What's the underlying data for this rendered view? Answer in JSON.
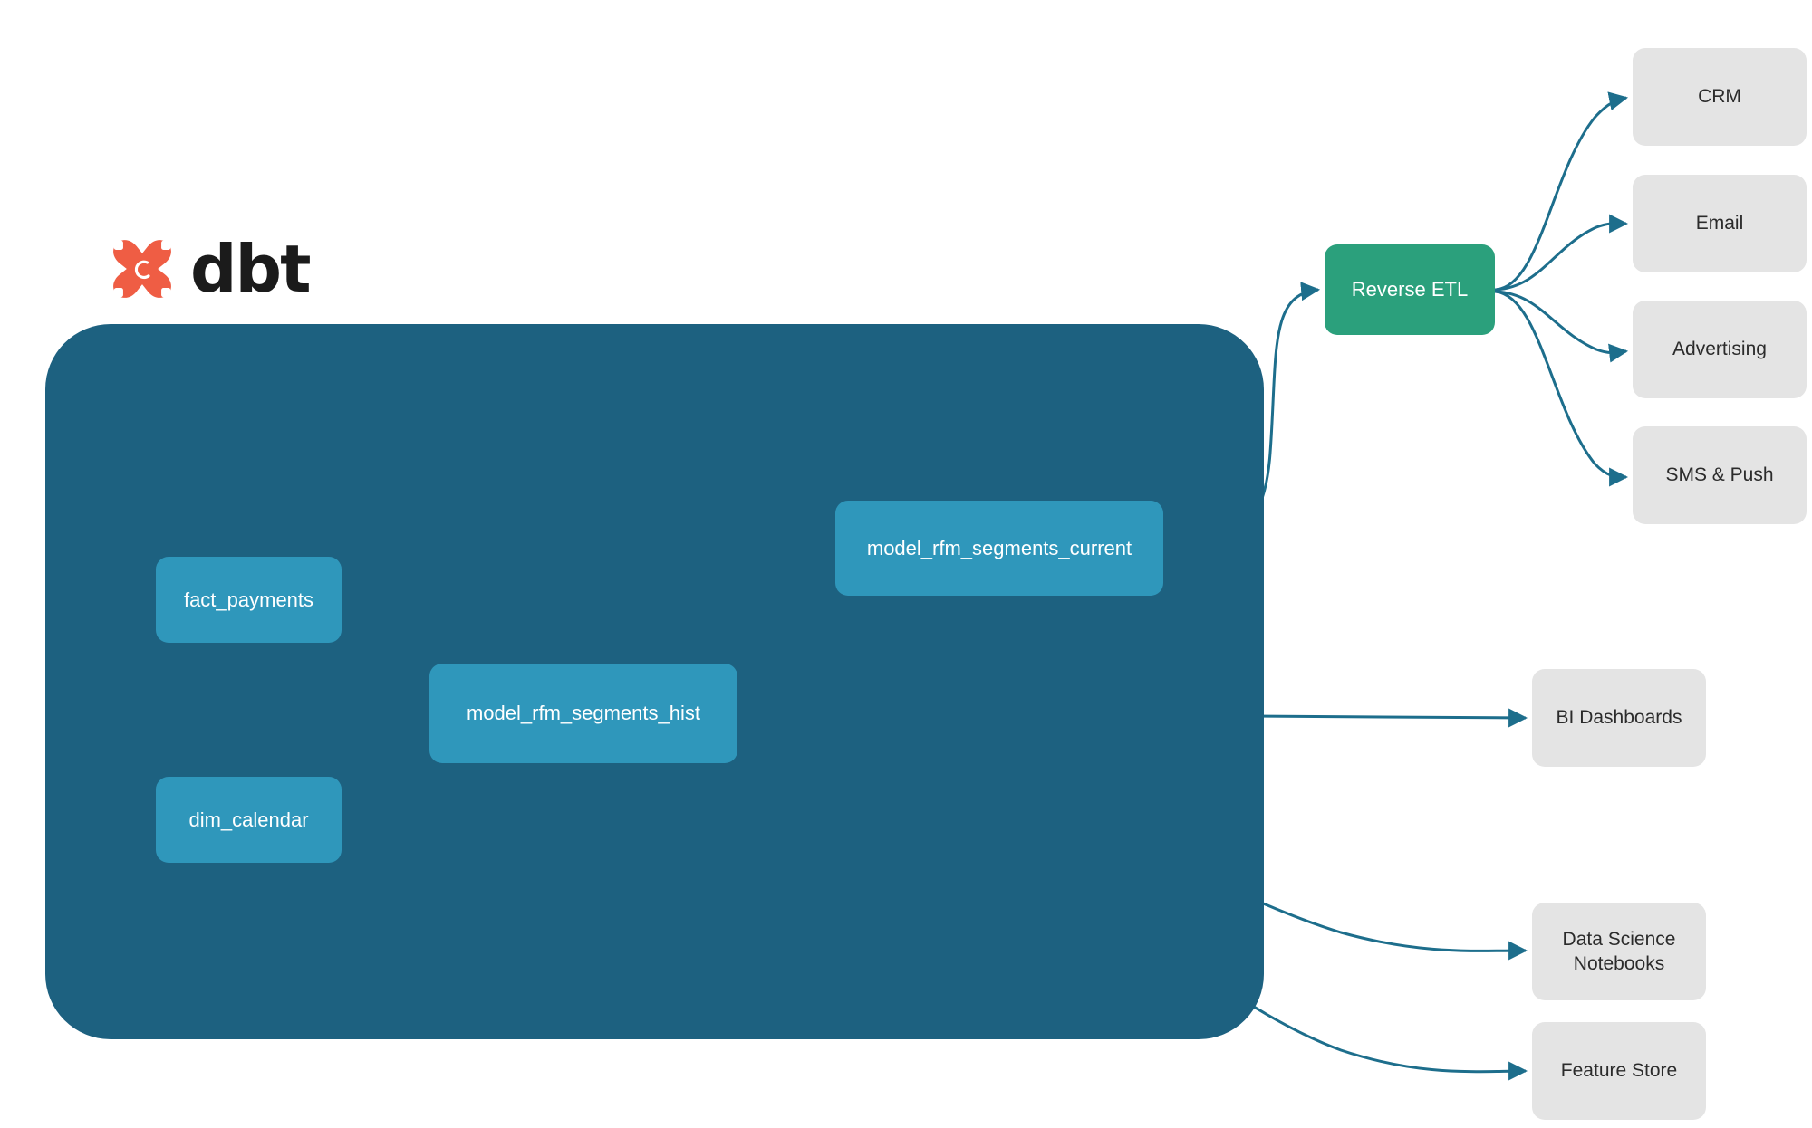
{
  "brand": {
    "name": "dbt",
    "logo_icon": "dbt-x-logo-icon",
    "logo_color": "#ef5d44",
    "wordmark_color": "#1b1b1b"
  },
  "colors": {
    "background": "#ffffff",
    "project_container": "#1d6180",
    "model_node": "#2f97bb",
    "reverse_etl_node": "#2ba07c",
    "target_node": "#e4e4e4",
    "external_edge": "#1d6e8c",
    "internal_edge": "#2f86a6",
    "model_node_text": "#ffffff",
    "target_node_text": "#2b2b2b"
  },
  "project_container": {
    "label": ""
  },
  "models": [
    {
      "id": "fact_payments",
      "label": "fact_payments"
    },
    {
      "id": "dim_calendar",
      "label": "dim_calendar"
    },
    {
      "id": "model_rfm_segments_hist",
      "label": "model_rfm_segments_hist"
    },
    {
      "id": "model_rfm_segments_current",
      "label": "model_rfm_segments_current"
    }
  ],
  "reverse_etl": {
    "id": "reverse_etl",
    "label": "Reverse ETL"
  },
  "activation_targets": [
    {
      "id": "crm",
      "label": "CRM"
    },
    {
      "id": "email",
      "label": "Email"
    },
    {
      "id": "advertising",
      "label": "Advertising"
    },
    {
      "id": "sms_push",
      "label": "SMS & Push"
    }
  ],
  "analytics_targets": [
    {
      "id": "bi_dashboards",
      "label": "BI Dashboards"
    },
    {
      "id": "ds_notebooks",
      "label": "Data Science\nNotebooks",
      "line1": "Data Science",
      "line2": "Notebooks"
    },
    {
      "id": "feature_store",
      "label": "Feature Store"
    }
  ],
  "edges": [
    {
      "from": "fact_payments",
      "to": "model_rfm_segments_hist",
      "style": "internal"
    },
    {
      "from": "dim_calendar",
      "to": "model_rfm_segments_hist",
      "style": "internal"
    },
    {
      "from": "model_rfm_segments_hist",
      "to": "model_rfm_segments_current",
      "style": "internal"
    },
    {
      "from": "model_rfm_segments_current",
      "to": "reverse_etl",
      "style": "external"
    },
    {
      "from": "model_rfm_segments_hist",
      "to": "bi_dashboards",
      "style": "external"
    },
    {
      "from": "model_rfm_segments_hist",
      "to": "ds_notebooks",
      "style": "external"
    },
    {
      "from": "model_rfm_segments_hist",
      "to": "feature_store",
      "style": "external"
    },
    {
      "from": "reverse_etl",
      "to": "crm",
      "style": "external"
    },
    {
      "from": "reverse_etl",
      "to": "email",
      "style": "external"
    },
    {
      "from": "reverse_etl",
      "to": "advertising",
      "style": "external"
    },
    {
      "from": "reverse_etl",
      "to": "sms_push",
      "style": "external"
    }
  ]
}
